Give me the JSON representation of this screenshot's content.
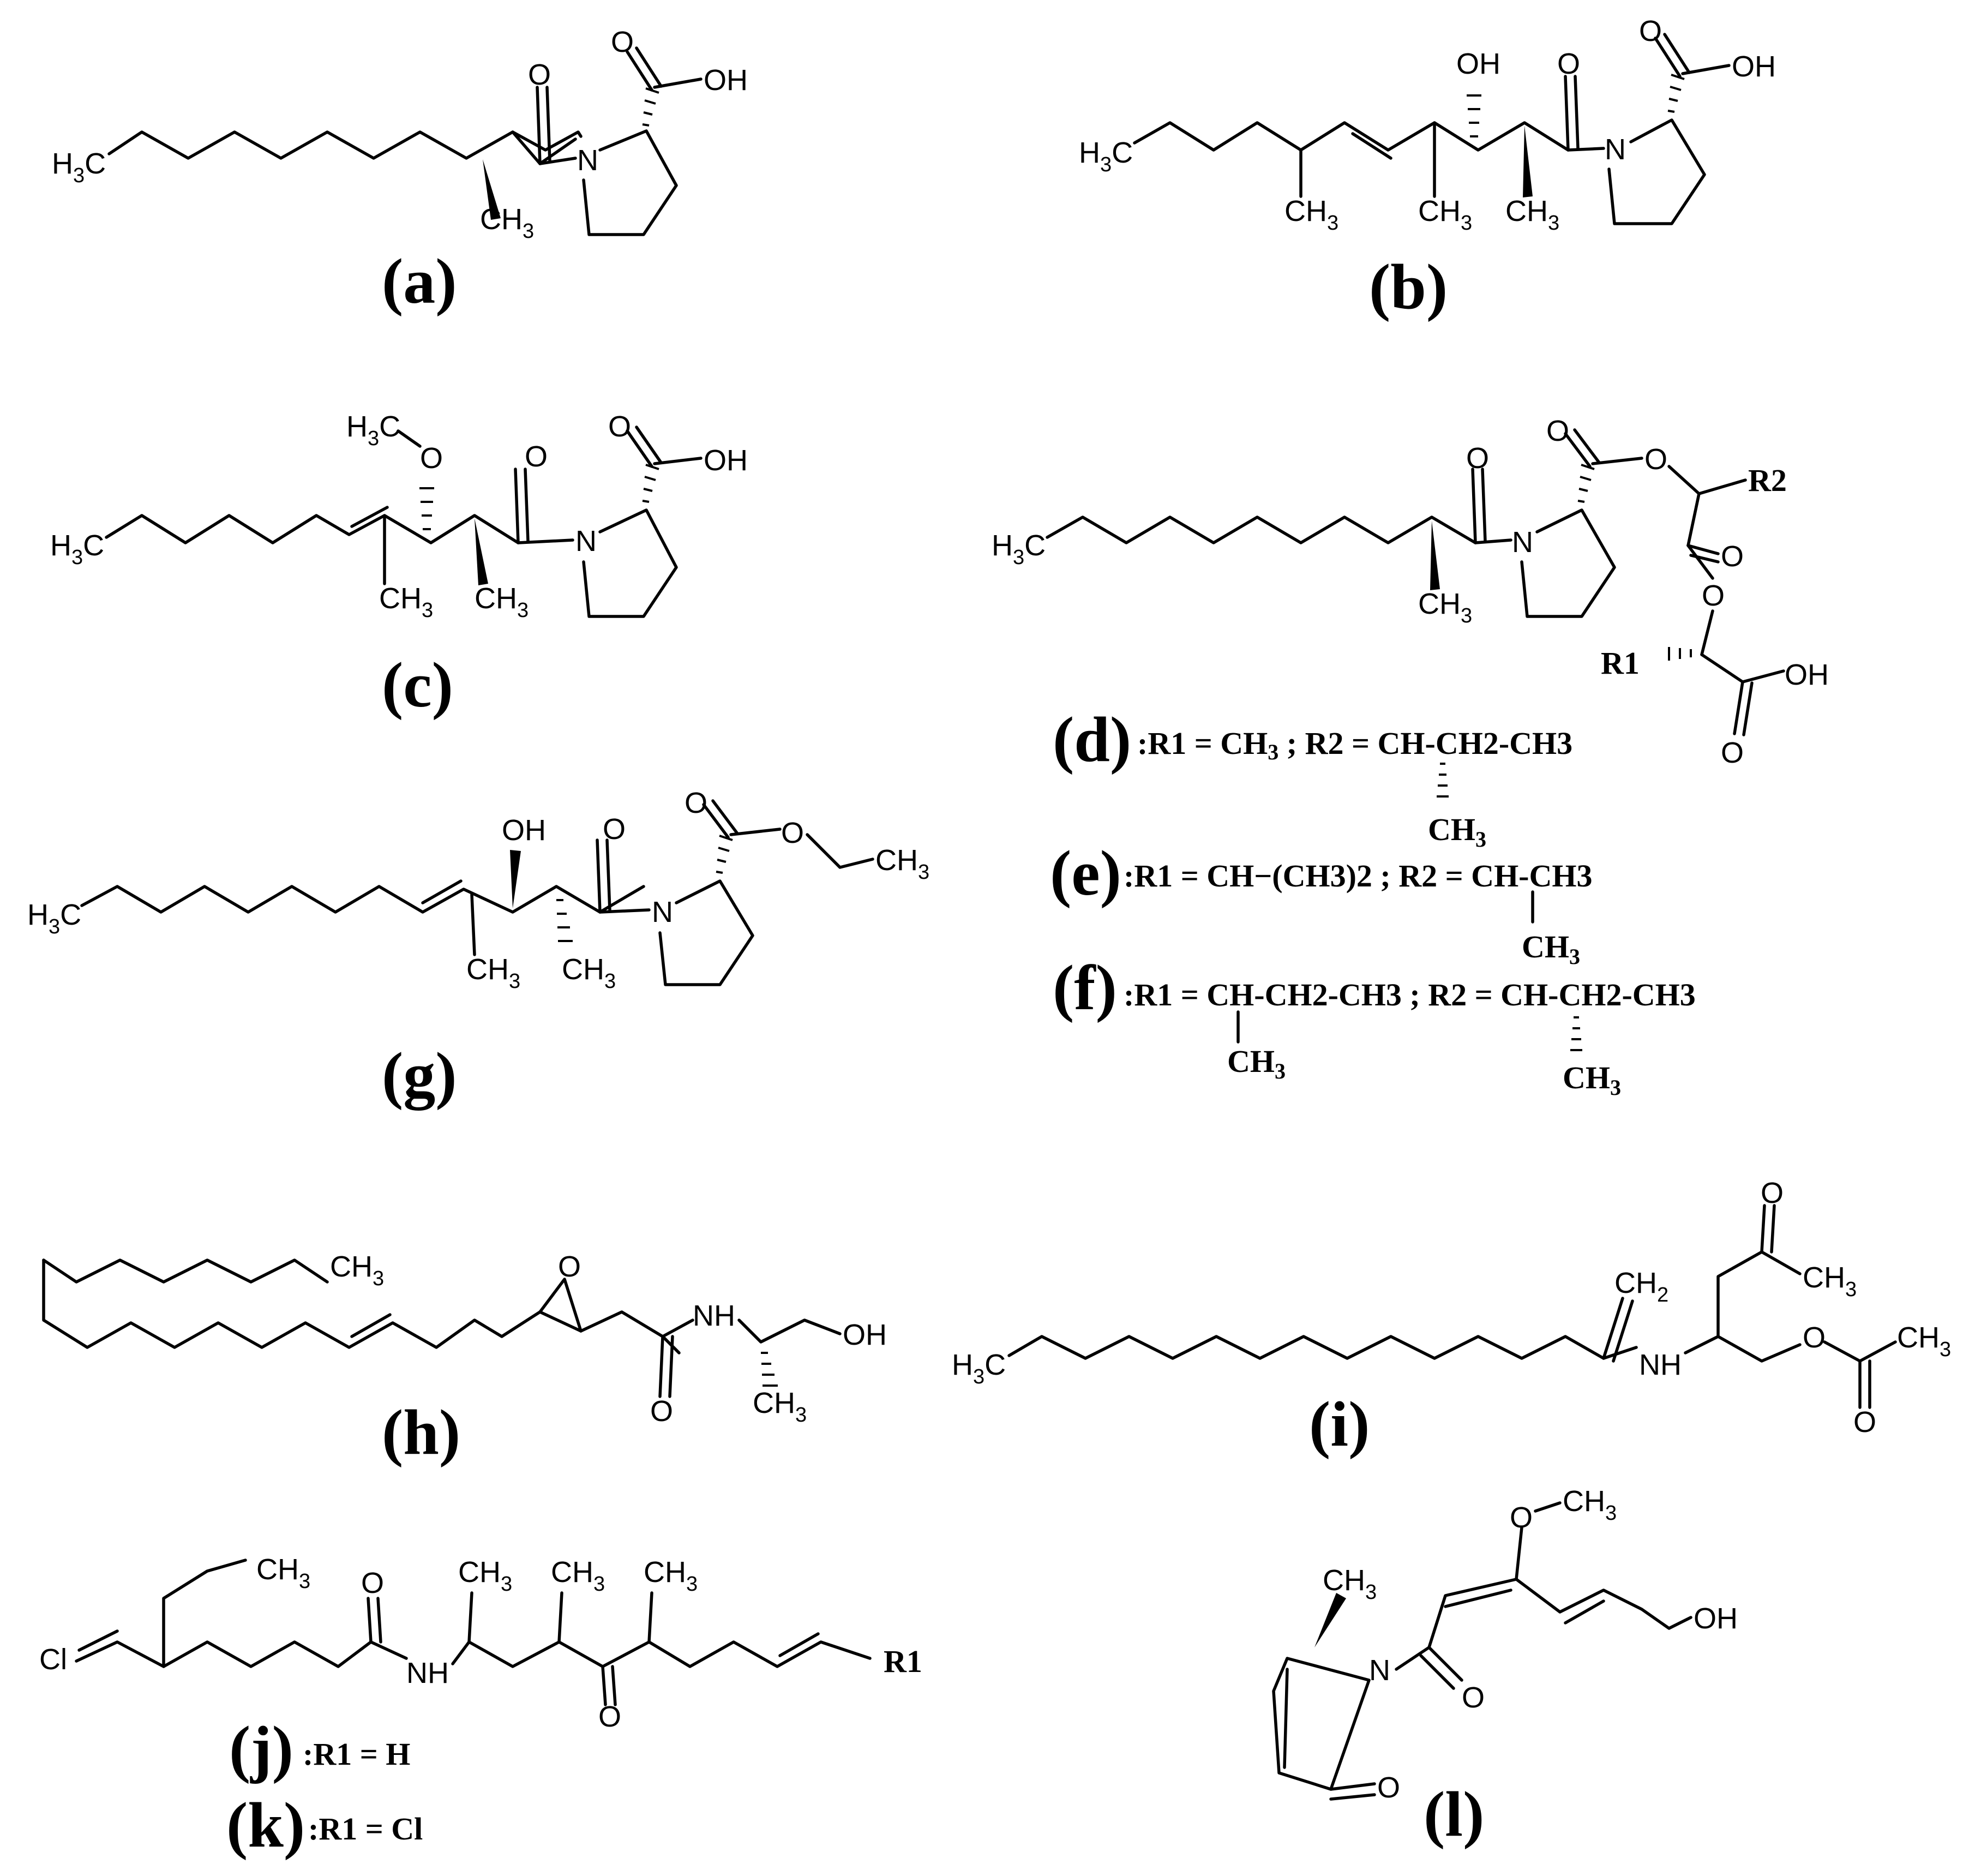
{
  "labels": {
    "a": "(a)",
    "b": "(b)",
    "c": "(c)",
    "d": "(d)",
    "e": "(e)",
    "f": "(f)",
    "g": "(g)",
    "h": "(h)",
    "i": "(i)",
    "j": "(j)",
    "k": "(k)",
    "l": "(l)"
  },
  "atoms": {
    "H": "H",
    "C": "C",
    "O": "O",
    "OH": "OH",
    "N": "N",
    "NH": "NH",
    "Cl": "Cl",
    "sub2": "2",
    "sub3": "3",
    "R1": "R1",
    "R2": "R2"
  },
  "substituents": {
    "d_def": ":R1 = CH",
    "d_def2": " ; R2 = CH-CH2-CH3",
    "d_me": "CH",
    "e_def": ":R1 = CH−(CH3)2 ; R2 = CH-CH3",
    "e_me": "CH",
    "f_def": ":R1 = CH-CH2-CH3 ; R2 = CH-CH2-CH3",
    "f_me": "CH",
    "j_def": ":R1 = H",
    "k_def": ":R1 = Cl"
  }
}
